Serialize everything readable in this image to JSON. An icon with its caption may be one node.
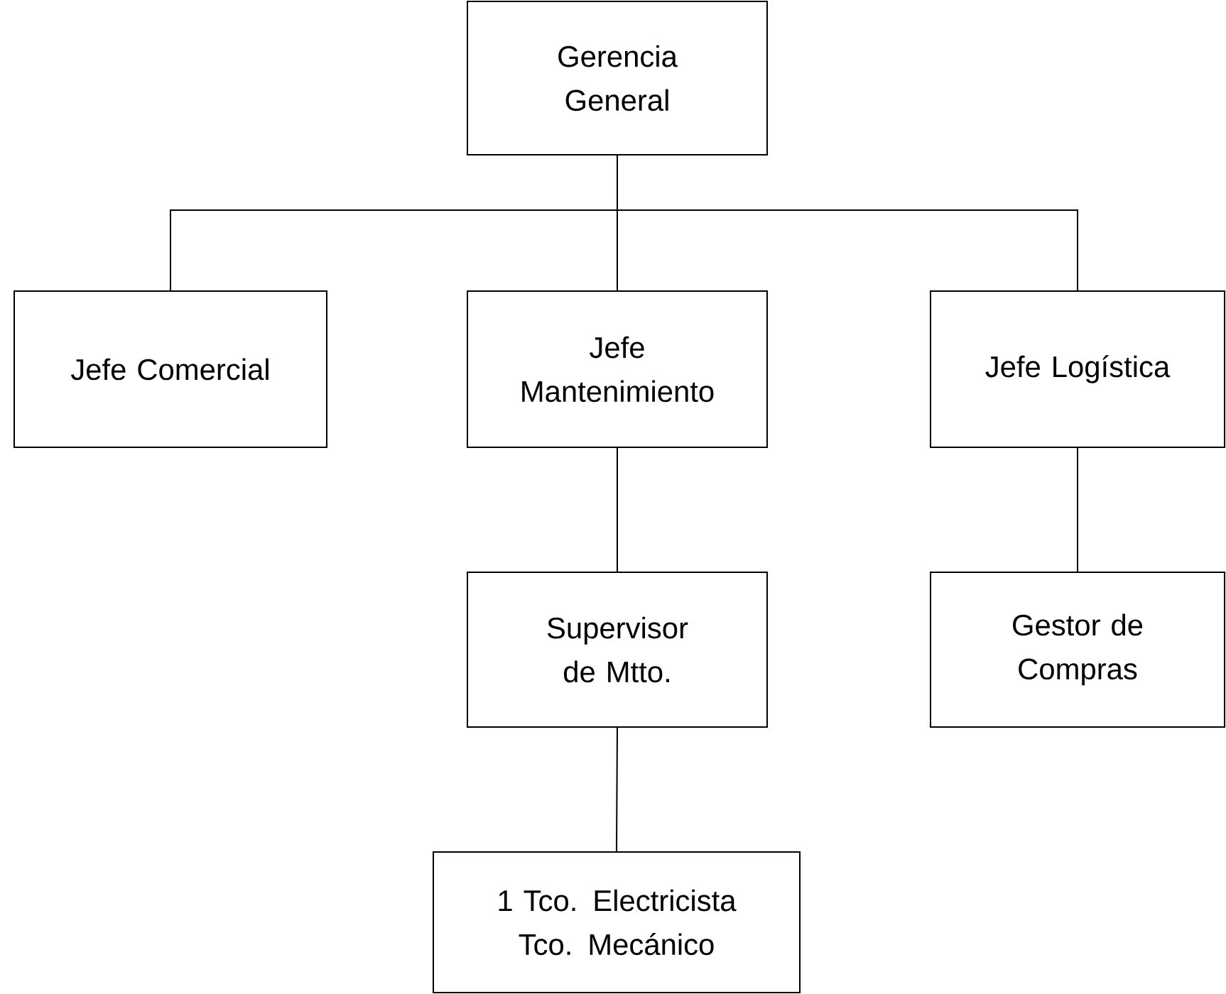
{
  "diagram": {
    "nodes": [
      {
        "text": [
          "Gerencia General"
        ]
      },
      {
        "text": [
          "Jefe Comercial"
        ]
      },
      {
        "text": [
          "Jefe Mantenimiento"
        ]
      },
      {
        "text": [
          "Jefe Logística"
        ]
      },
      {
        "text": [
          "Supervisor de Mtto."
        ]
      },
      {
        "text": [
          "Gestor de Compras"
        ]
      },
      {
        "text": [
          "1 Tco. Electricista Tco. Mecánico"
        ]
      }
    ],
    "edges": [
      {
        "from": 0,
        "to": 1,
        "arrow": "none"
      },
      {
        "from": 0,
        "to": 2,
        "arrow": "none"
      },
      {
        "from": 0,
        "to": 3,
        "arrow": "none"
      },
      {
        "from": 2,
        "to": 4,
        "arrow": "none"
      },
      {
        "from": 3,
        "to": 5,
        "arrow": "none"
      },
      {
        "from": 4,
        "to": 6,
        "arrow": "none"
      }
    ]
  }
}
